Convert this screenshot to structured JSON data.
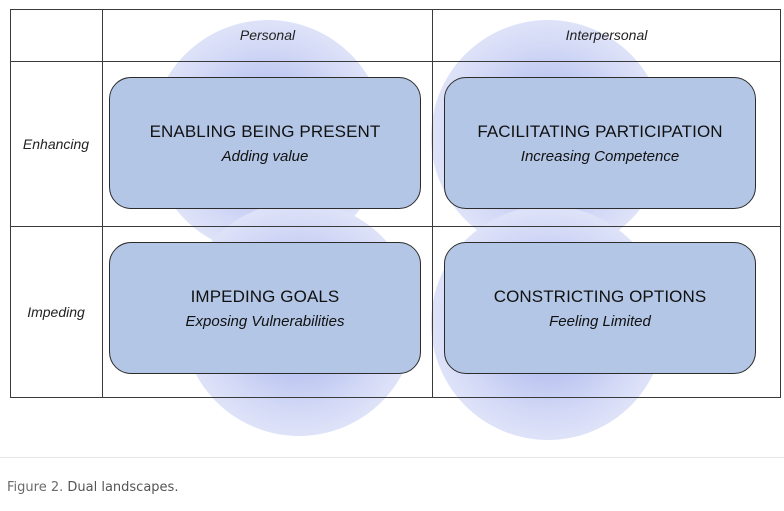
{
  "columns": {
    "personal": "Personal",
    "interpersonal": "Interpersonal"
  },
  "rows": {
    "enhancing": "Enhancing",
    "impeding": "Impeding"
  },
  "cells": {
    "enhancing_personal": {
      "title": "ENABLING BEING PRESENT",
      "subtitle": "Adding value"
    },
    "enhancing_interpersonal": {
      "title": "FACILITATING PARTICIPATION",
      "subtitle": "Increasing Competence"
    },
    "impeding_personal": {
      "title": "IMPEDING GOALS",
      "subtitle": "Exposing Vulnerabilities"
    },
    "impeding_interpersonal": {
      "title": "CONSTRICTING OPTIONS",
      "subtitle": "Feeling Limited"
    }
  },
  "caption": {
    "label": "Figure 2.",
    "text": "Dual landscapes."
  },
  "colors": {
    "box_fill": "#b3c6e6",
    "glow": "#b8c2f0",
    "grid": "#3a3a3a"
  }
}
